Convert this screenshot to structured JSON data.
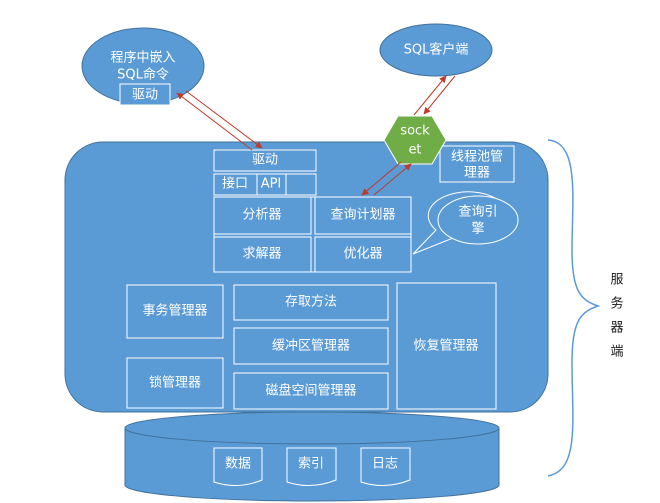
{
  "embedded": {
    "line1": "程序中嵌入",
    "line2": "SQL命令",
    "driver": "驱动"
  },
  "sql_client": "SQL客户端",
  "socket": {
    "line1": "sock",
    "line2": "et"
  },
  "server": {
    "driver": "驱动",
    "interface": "接口",
    "api": "API",
    "thread_pool": {
      "line1": "线程池管",
      "line2": "理器"
    },
    "parser": "分析器",
    "query_planner": "查询计划器",
    "query_engine": {
      "line1": "查询引",
      "line2": "擎"
    },
    "solver": "求解器",
    "optimizer": "优化器",
    "transaction_manager": "事务管理器",
    "access_method": "存取方法",
    "buffer_manager": "缓冲区管理器",
    "recovery_manager": "恢复管理器",
    "lock_manager": "锁管理器",
    "disk_space_manager": "磁盘空间管理器"
  },
  "storage": {
    "data": "数据",
    "index": "索引",
    "log": "日志"
  },
  "server_side_label": [
    "服",
    "务",
    "器",
    "端"
  ],
  "colors": {
    "fill": "#5b9bd5",
    "stroke": "#ffffff",
    "arrow": "#c0392b",
    "socket": "#70ad47"
  }
}
